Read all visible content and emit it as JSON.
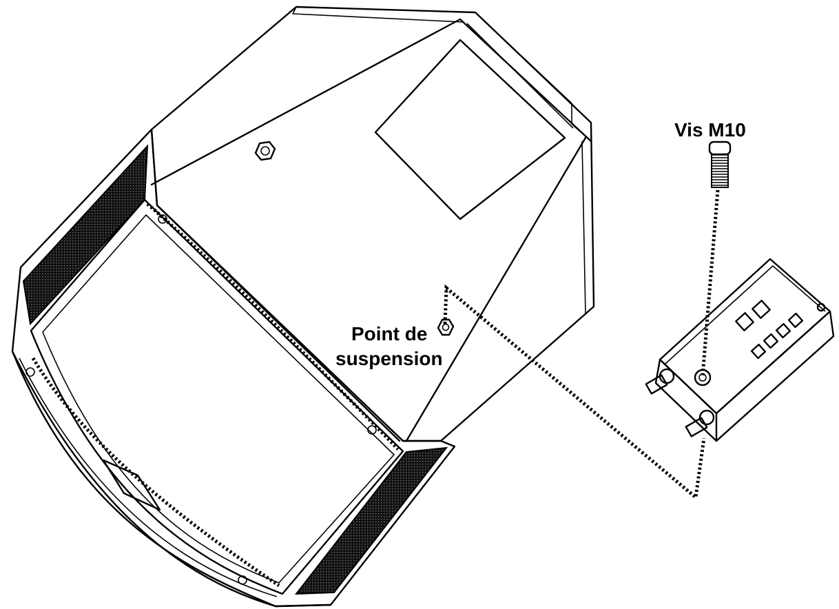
{
  "labels": {
    "screw": "Vis M10",
    "suspension_line1": "Point de",
    "suspension_line2": "suspension"
  },
  "colors": {
    "line": "#000000",
    "background": "#ffffff"
  }
}
